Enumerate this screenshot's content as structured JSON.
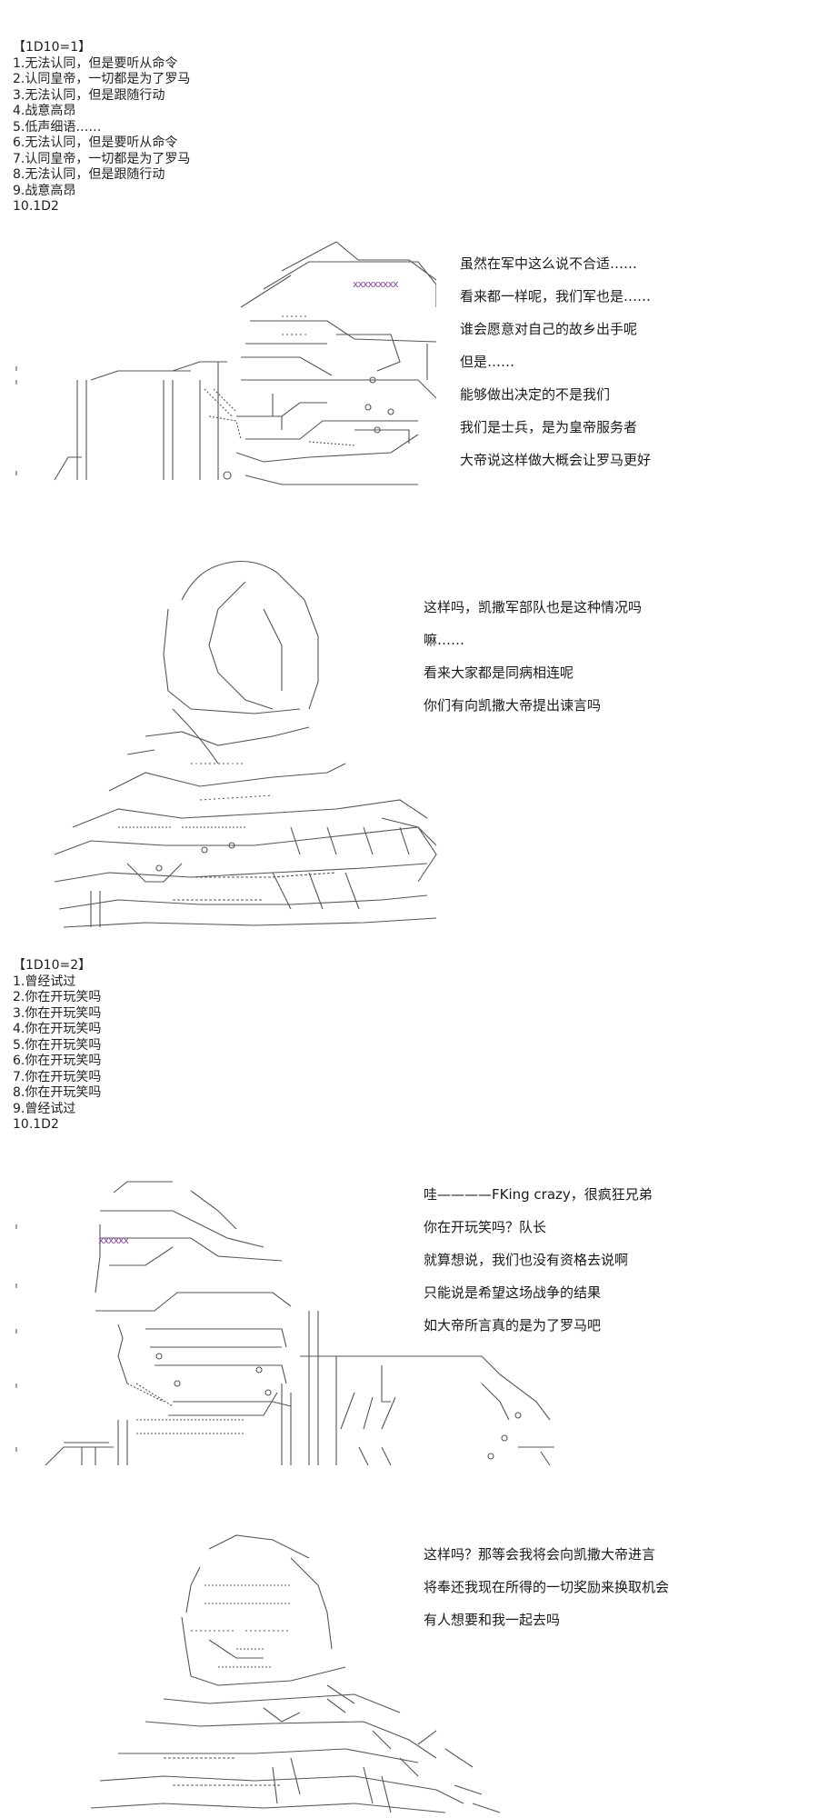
{
  "roll1": {
    "header": "【1D10=1】",
    "options": [
      "1.无法认同，但是要听从命令",
      "2.认同皇帝，一切都是为了罗马",
      "3.无法认同，但是跟随行动",
      "4.战意高昂",
      "5.低声细语……",
      "6.无法认同，但是要听从命令",
      "7.认同皇帝，一切都是为了罗马",
      "8.无法认同，但是跟随行动",
      "9.战意高昂",
      "10.1D2"
    ]
  },
  "scene1": {
    "banner": "xxxxxxxxx",
    "lines": [
      "虽然在军中这么说不合适……",
      "看来都一样呢，我们军也是……",
      "谁会愿意对自己的故乡出手呢",
      "但是……",
      "能够做出决定的不是我们",
      "我们是士兵，是为皇帝服务者",
      "大帝说这样做大概会让罗马更好"
    ]
  },
  "scene2": {
    "lines": [
      "这样吗，凯撒军部队也是这种情况吗",
      "嘛……",
      "看来大家都是同病相连呢",
      "你们有向凯撒大帝提出谏言吗"
    ]
  },
  "roll2": {
    "header": "【1D10=2】",
    "options": [
      "1.曾经试过",
      "2.你在开玩笑吗",
      "3.你在开玩笑吗",
      "4.你在开玩笑吗",
      "5.你在开玩笑吗",
      "6.你在开玩笑吗",
      "7.你在开玩笑吗",
      "8.你在开玩笑吗",
      "9.曾经试过",
      "10.1D2"
    ]
  },
  "scene3": {
    "banner": "xxxxxx",
    "lines": [
      "哇————FKing crazy，很疯狂兄弟",
      "你在开玩笑吗？队长",
      "就算想说，我们也没有资格去说啊",
      "只能说是希望这场战争的结果",
      "如大帝所言真的是为了罗马吧"
    ]
  },
  "scene4": {
    "lines": [
      "这样吗？那等会我将会向凯撒大帝进言",
      "将奉还我现在所得的一切奖励来换取机会",
      "有人想要和我一起去吗"
    ]
  },
  "colors": {
    "text": "#1a1a1a",
    "art": "#555555",
    "banner": "#8a4aa0"
  }
}
